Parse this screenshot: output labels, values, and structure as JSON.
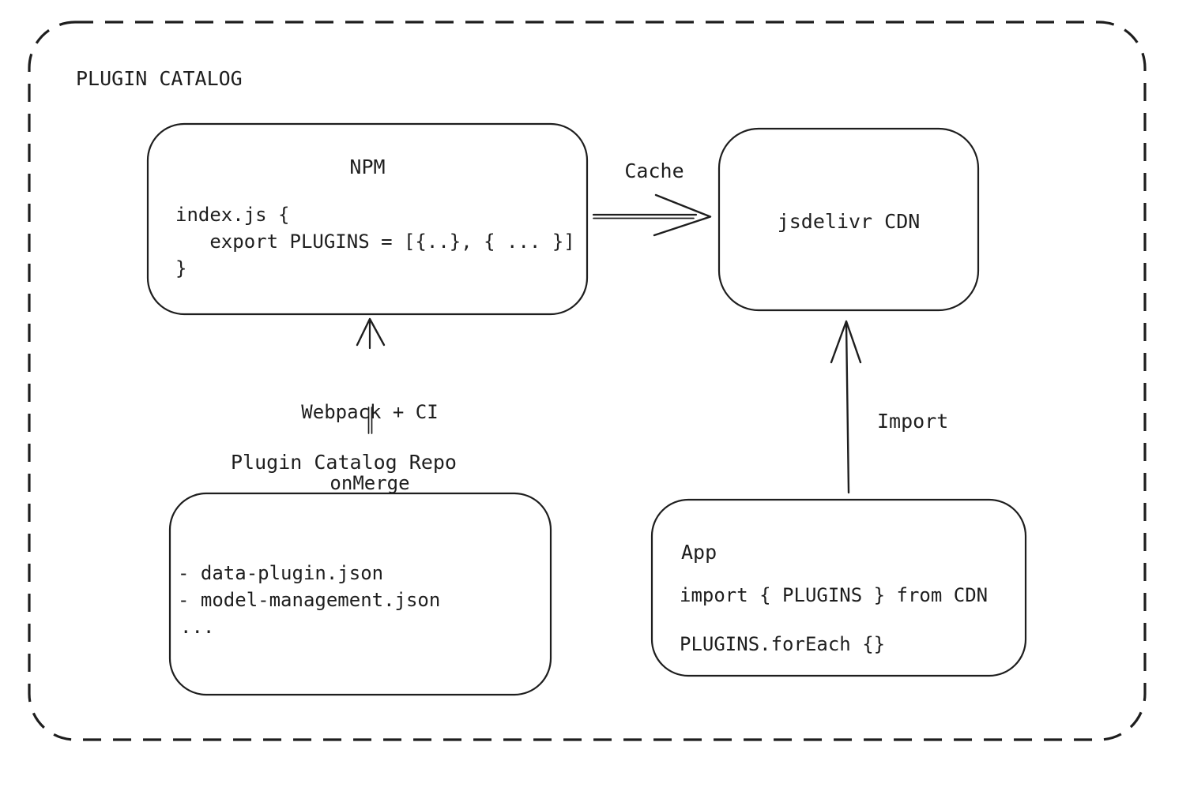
{
  "diagram": {
    "title": "PLUGIN CATALOG",
    "colors": {
      "stroke": "#1e1e1e",
      "background": "#ffffff"
    },
    "nodes": {
      "npm": {
        "title": "NPM",
        "code": [
          "index.js {",
          "   export PLUGINS = [{..}, { ... }]",
          "}"
        ]
      },
      "cdn": {
        "title": "jsdelivr CDN"
      },
      "repo": {
        "label": "Plugin Catalog Repo",
        "files": [
          "- data-plugin.json",
          "- model-management.json",
          "..."
        ]
      },
      "app": {
        "title": "App",
        "code": [
          "import { PLUGINS } from CDN",
          "PLUGINS.forEach {}"
        ]
      }
    },
    "edges": {
      "cache": {
        "label": "Cache"
      },
      "build": {
        "label_line1": "Webpack + CI",
        "label_line2": "onMerge"
      },
      "import": {
        "label": "Import"
      }
    }
  }
}
